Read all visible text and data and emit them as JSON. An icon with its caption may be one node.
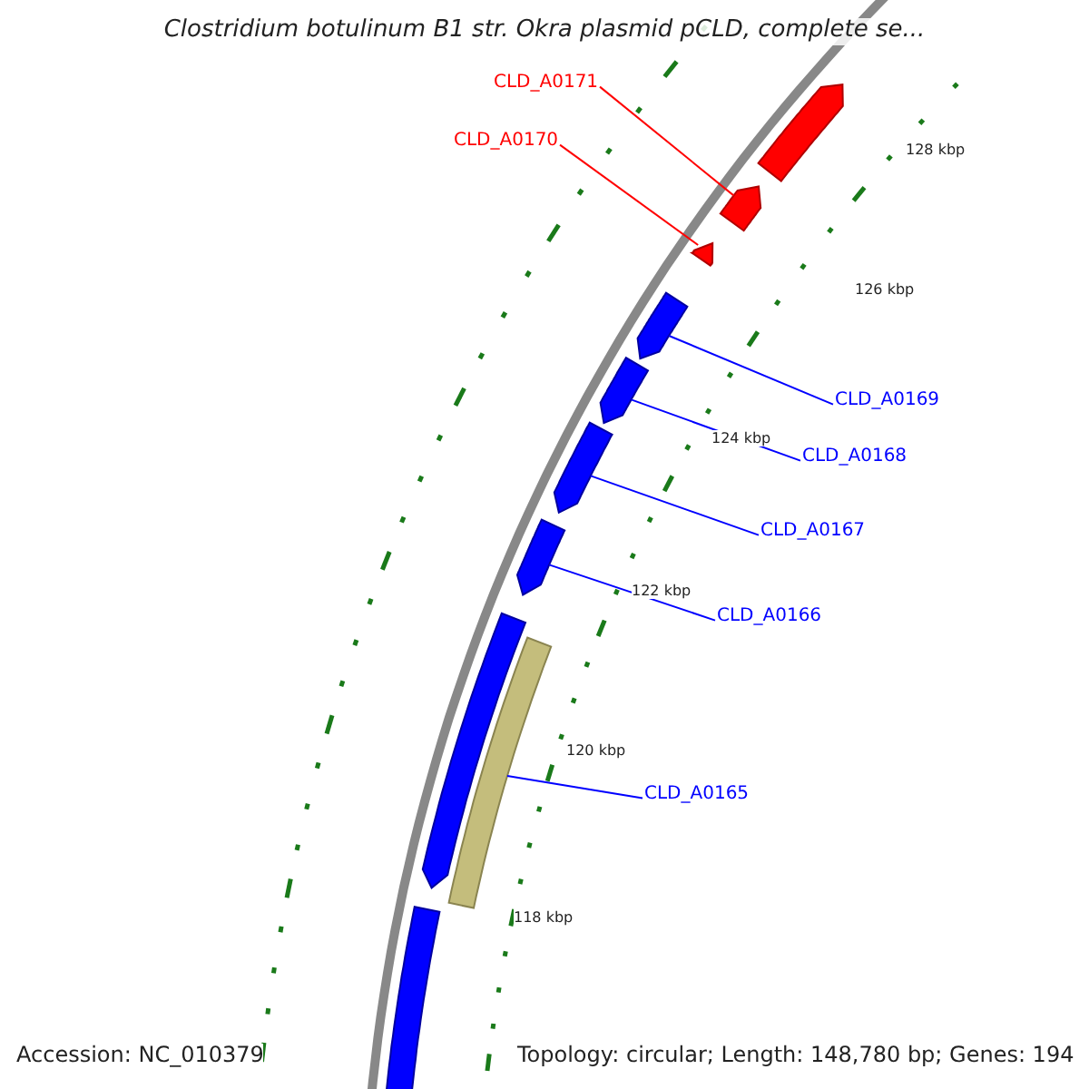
{
  "diagram": {
    "title": "Clostridium botulinum B1 str. Okra plasmid pCLD, complete se...",
    "nodes": [
      {
        "text": [
          "CLD_A0171"
        ]
      },
      {
        "text": [
          "CLD_A0170"
        ]
      },
      {
        "text": [
          "CLD_A0169"
        ]
      },
      {
        "text": [
          "CLD_A0168"
        ]
      },
      {
        "text": [
          "CLD_A0167"
        ]
      },
      {
        "text": [
          "CLD_A0166"
        ]
      },
      {
        "text": [
          "CLD_A0165"
        ]
      },
      {
        "text": [],
        "shape": "pentagon"
      },
      {
        "text": [],
        "shape": "pentagon"
      },
      {
        "text": [],
        "shape": "pentagon"
      },
      {
        "text": [],
        "shape": "pentagon"
      },
      {
        "text": [],
        "shape": "pentagon"
      },
      {
        "text": [],
        "shape": "pentagon"
      },
      {
        "text": [],
        "shape": "pentagon"
      },
      {
        "text": [],
        "shape": "pentagon"
      },
      {
        "text": [],
        "shape": "bar"
      },
      {
        "text": [],
        "shape": "pentagon"
      }
    ],
    "edges": [
      {
        "from": 0,
        "to": 8,
        "arrow": "none",
        "color": "#ff0000"
      },
      {
        "from": 1,
        "to": 9,
        "arrow": "none",
        "color": "#ff0000"
      },
      {
        "from": 2,
        "to": 10,
        "arrow": "none"
      },
      {
        "from": 3,
        "to": 11,
        "arrow": "none"
      },
      {
        "from": 4,
        "to": 12,
        "arrow": "none"
      },
      {
        "from": 5,
        "to": 13,
        "arrow": "none"
      },
      {
        "from": 6,
        "to": 15,
        "arrow": "none"
      }
    ],
    "labels": [
      "128 kbp",
      "126 kbp",
      "124 kbp",
      "122 kbp",
      "120 kbp",
      "118 kbp",
      "Accession: NC_010379",
      "Topology: circular; Length: 148,780 bp; Genes: 194"
    ]
  }
}
